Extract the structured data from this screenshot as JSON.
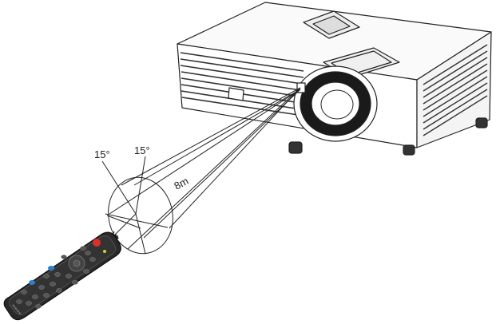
{
  "labels": {
    "angle_left": "15°",
    "angle_right": "15°",
    "distance": "8m"
  },
  "colors": {
    "line": "#222222",
    "projector_body": "#ffffff",
    "lens_dark": "#1a1a1a",
    "remote_body": "#2a2a2a",
    "power_button": "#d9302c",
    "accent_button": "#2f7fd0",
    "indicator": "#c8d630"
  },
  "icons": {
    "projector": "projector-icon",
    "remote": "remote-control-icon",
    "direction": "arrow-icon"
  }
}
